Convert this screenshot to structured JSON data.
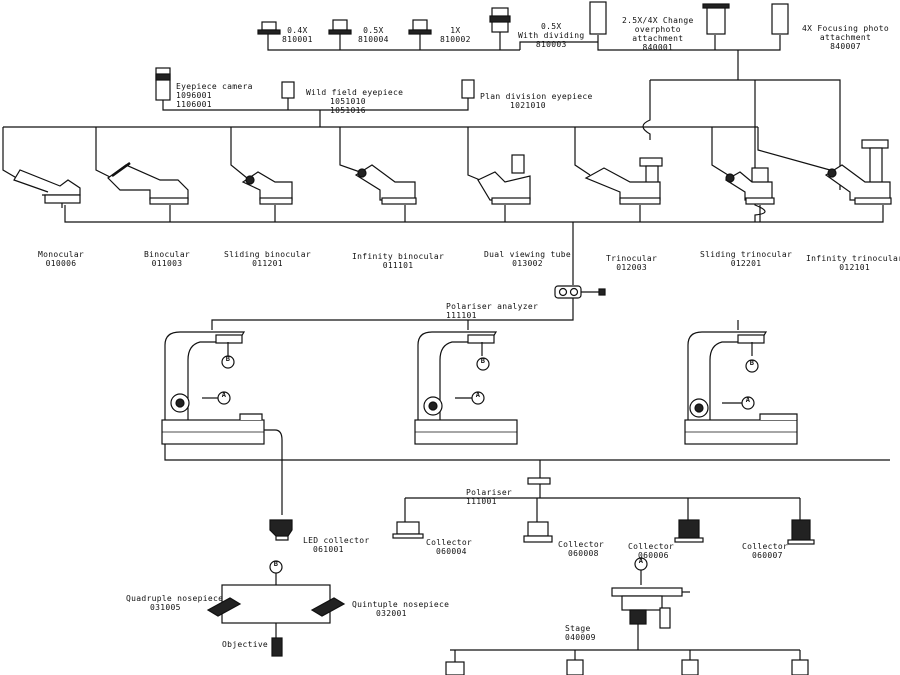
{
  "top_row": {
    "c_mount_04": {
      "name": "0.4X",
      "code": "810001"
    },
    "c_mount_05": {
      "name": "0.5X",
      "code": "810004"
    },
    "c_mount_1": {
      "name": "1X",
      "code": "810002"
    },
    "c_mount_05_div": {
      "name": "0.5X",
      "sub": "With dividing",
      "code": "810003"
    },
    "change_photo": {
      "name": "2.5X/4X Change",
      "sub": "overphoto",
      "sub2": "attachment",
      "code": "840001"
    },
    "focusing_photo": {
      "name": "4X Focusing photo",
      "sub": "attachment",
      "code": "840007"
    }
  },
  "eyepieces": {
    "camera": {
      "name": "Eyepiece camera",
      "code": "1096001",
      "code2": "1106001"
    },
    "wide_field": {
      "name": "Wild field eyepiece",
      "code": "1051010",
      "code2": "1051016"
    },
    "plan_division": {
      "name": "Plan division eyepiece",
      "code": "1021010"
    }
  },
  "heads": [
    {
      "name": "Monocular",
      "code": "010006"
    },
    {
      "name": "Binocular",
      "code": "011003"
    },
    {
      "name": "Sliding binocular",
      "code": "011201"
    },
    {
      "name": "Infinity binocular",
      "code": "011101"
    },
    {
      "name": "Dual viewing tube",
      "code": "013002"
    },
    {
      "name": "Trinocular",
      "code": "012003"
    },
    {
      "name": "Sliding trinocular",
      "code": "012201"
    },
    {
      "name": "Infinity trinocular",
      "code": "012101"
    }
  ],
  "polariser_analyzer": {
    "name": "Polariser analyzer",
    "code": "111101"
  },
  "polariser": {
    "name": "Polariser",
    "code": "111001"
  },
  "led_collector": {
    "name": "LED collector",
    "code": "061001"
  },
  "collectors": [
    {
      "name": "Collector",
      "code": "060004"
    },
    {
      "name": "Collector",
      "code": "060008"
    },
    {
      "name": "Collector",
      "code": "060006"
    },
    {
      "name": "Collector",
      "code": "060007"
    }
  ],
  "nosepieces": {
    "quadruple": {
      "name": "Quadruple nosepiece",
      "code": "031005"
    },
    "quintuple": {
      "name": "Quintuple nosepiece",
      "code": "032001"
    },
    "objective": "Objective"
  },
  "stage": {
    "name": "Stage",
    "code": "040009"
  },
  "markers": {
    "a": "A",
    "b": "B"
  }
}
